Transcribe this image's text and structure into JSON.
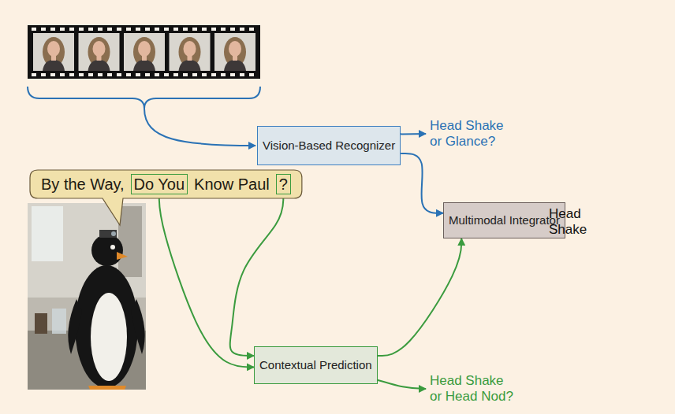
{
  "diagram": {
    "nodes": [
      {
        "text": [
          "Vision-Based Recognizer"
        ]
      },
      {
        "text": [
          "By the Way,",
          "Know Paul"
        ]
      },
      {
        "text": [
          "Do You"
        ],
        "in": 1
      },
      {
        "text": [
          "?"
        ],
        "in": 1
      },
      {
        "text": [
          "Multimodal Integrator"
        ]
      },
      {
        "text": [
          "Contextual Prediction"
        ]
      }
    ],
    "edges": [
      {
        "from": 0,
        "to": 4,
        "arrow": "to"
      },
      {
        "from": 2,
        "to": 5,
        "arrow": "to"
      },
      {
        "from": 3,
        "to": 5,
        "arrow": "to"
      },
      {
        "from": 5,
        "to": 4,
        "arrow": "to"
      }
    ],
    "labels": [
      "Head Shake or Glance?",
      "Head Shake",
      "Head Shake or Head Nod?"
    ]
  }
}
